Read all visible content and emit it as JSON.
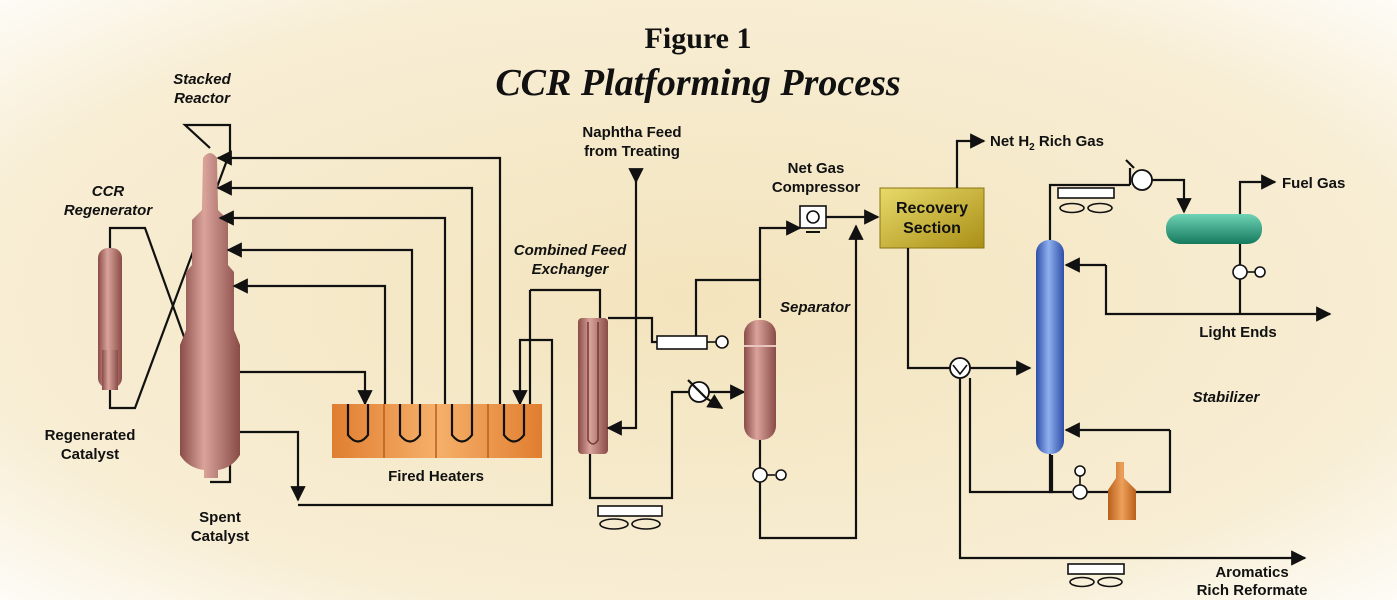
{
  "title": {
    "figure": "Figure 1",
    "name": "CCR Platforming Process"
  },
  "labels": {
    "stacked_reactor": [
      "Stacked",
      "Reactor"
    ],
    "ccr_regenerator": [
      "CCR",
      "Regenerator"
    ],
    "regenerated_catalyst": [
      "Regenerated",
      "Catalyst"
    ],
    "spent_catalyst": [
      "Spent",
      "Catalyst"
    ],
    "fired_heaters": "Fired Heaters",
    "combined_feed_exchanger": [
      "Combined Feed",
      "Exchanger"
    ],
    "naphtha_feed": [
      "Naphtha Feed",
      "from Treating"
    ],
    "net_gas_compressor": [
      "Net Gas",
      "Compressor"
    ],
    "separator": "Separator",
    "recovery_section": [
      "Recovery",
      "Section"
    ],
    "net_h2_rich_gas": {
      "pre": "Net H",
      "sub": "2",
      "post": " Rich Gas"
    },
    "fuel_gas": "Fuel Gas",
    "light_ends": "Light Ends",
    "stabilizer": "Stabilizer",
    "aromatics_rich_reformate": [
      "Aromatics",
      "Rich Reformate"
    ]
  },
  "colors": {
    "background_tint": "#f6e8c4",
    "reactor": "#b8706a",
    "heater": "#e48a3a",
    "recovery_box": "#c9b52a",
    "stabilizer_column": "#5578c8",
    "receiver_drum": "#2a9a78",
    "reboiler": "#d9782a"
  }
}
